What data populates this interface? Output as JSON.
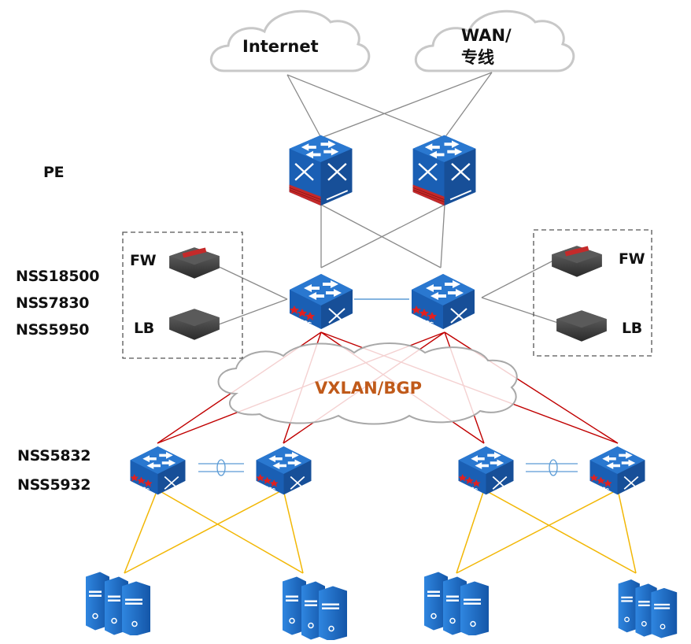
{
  "title": "Data center network topology",
  "clouds": {
    "internet": {
      "label": "Internet"
    },
    "wan": {
      "label_line1": "WAN/",
      "label_line2": "专线"
    },
    "fabric": {
      "label": "VXLAN/BGP",
      "color": "#c05a1a"
    }
  },
  "tiers": {
    "pe": {
      "label": "PE"
    },
    "core": {
      "models": [
        "NSS18500",
        "NSS7830",
        "NSS5950"
      ]
    },
    "access": {
      "models": [
        "NSS5832",
        "NSS5932"
      ]
    }
  },
  "services": {
    "left": {
      "fw": "FW",
      "lb": "LB"
    },
    "right": {
      "fw": "FW",
      "lb": "LB"
    }
  },
  "device_badge": "NSS",
  "colors": {
    "switch_blue": "#1a5fb4",
    "switch_top": "#2a78d0",
    "uplink_gray": "#8a8a8a",
    "fabric_red": "#c00000",
    "access_yellow": "#f2b705",
    "peer_link": "#5b9bd5",
    "service_dark": "#3a3a3a"
  }
}
